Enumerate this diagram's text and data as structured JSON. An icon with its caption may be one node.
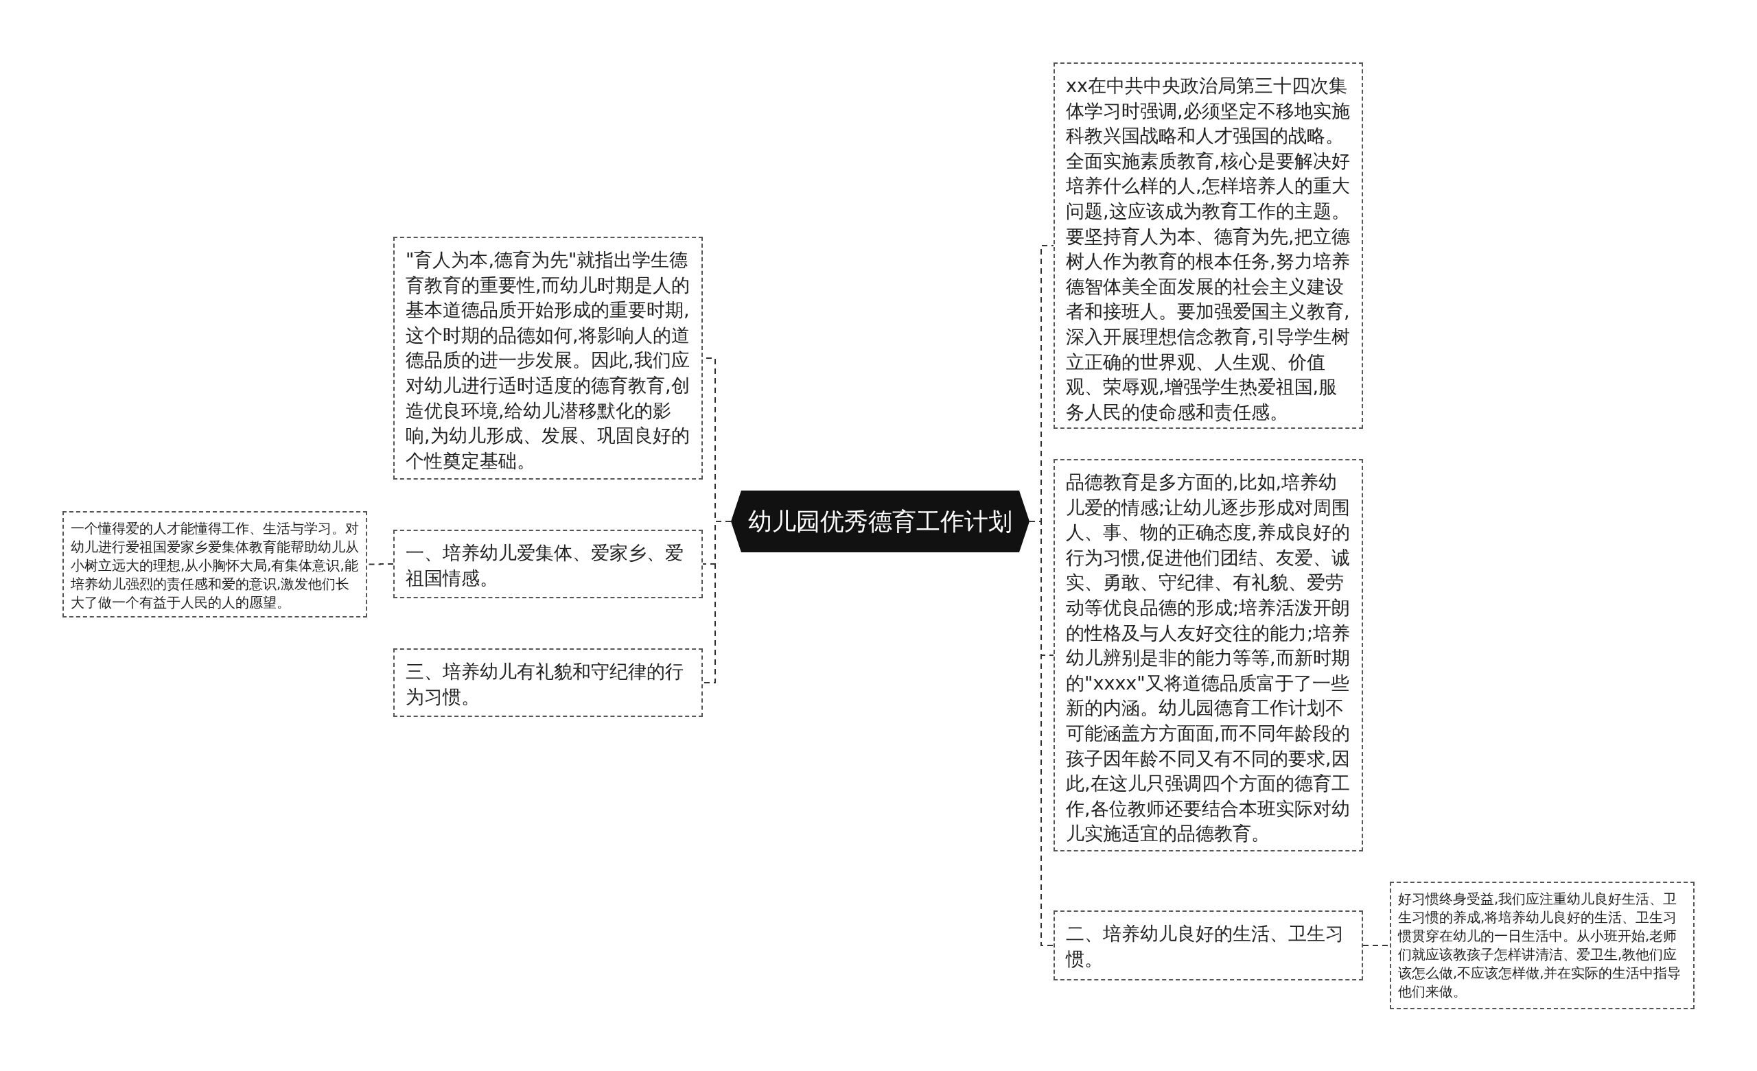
{
  "diagram": {
    "nodes": [
      {
        "text": [
          "幼儿园优秀德育工作计划"
        ]
      },
      {
        "text": [
          "\"育人为本,德育为先\"就指出学生德育教育的重要性,而幼儿时期是人的基本道德品质开始形成的重要时期,这个时期的品德如何,将影响人的道德品质的进一步发展。因此,我们应对幼儿进行适时适度的德育教育,创造优良环境,给幼儿潜移默化的影响,为幼儿形成、发展、巩固良好的个性奠定基础。"
        ]
      },
      {
        "text": [
          "一、培养幼儿爱集体、爱家乡、爱祖国情感。"
        ]
      },
      {
        "text": [
          "一个懂得爱的人才能懂得工作、生活与学习。对幼儿进行爱祖国爱家乡爱集体教育能帮助幼儿从小树立远大的理想,从小胸怀大局,有集体意识,能培养幼儿强烈的责任感和爱的意识,激发他们长大了做一个有益于人民的人的愿望。"
        ]
      },
      {
        "text": [
          "三、培养幼儿有礼貌和守纪律的行为习惯。"
        ]
      },
      {
        "text": [
          "xx在中共中央政治局第三十四次集体学习时强调,必须坚定不移地实施科教兴国战略和人才强国的战略。全面实施素质教育,核心是要解决好培养什么样的人,怎样培养人的重大问题,这应该成为教育工作的主题。要坚持育人为本、德育为先,把立德树人作为教育的根本任务,努力培养德智体美全面发展的社会主义建设者和接班人。要加强爱国主义教育,深入开展理想信念教育,引导学生树立正确的世界观、人生观、价值观、荣辱观,增强学生热爱祖国,服务人民的使命感和责任感。"
        ]
      },
      {
        "text": [
          "品德教育是多方面的,比如,培养幼儿爱的情感;让幼儿逐步形成对周围人、事、物的正确态度,养成良好的行为习惯,促进他们团结、友爱、诚实、勇敢、守纪律、有礼貌、爱劳动等优良品德的形成;培养活泼开朗的性格及与人友好交往的能力;培养幼儿辨别是非的能力等等,而新时期的\"xxxx\"又将道德品质富于了一些新的内涵。幼儿园德育工作计划不可能涵盖方方面面,而不同年龄段的孩子因年龄不同又有不同的要求,因此,在这儿只强调四个方面的德育工作,各位教师还要结合本班实际对幼儿实施适宜的品德教育。"
        ]
      },
      {
        "text": [
          "二、培养幼儿良好的生活、卫生习惯。"
        ]
      },
      {
        "text": [
          "好习惯终身受益,我们应注重幼儿良好生活、卫生习惯的养成,将培养幼儿良好的生活、卫生习惯贯穿在幼儿的一日生活中。从小班开始,老师们就应该教孩子怎样讲清洁、爱卫生,教他们应该怎么做,不应该怎样做,并在实际的生活中指导他们来做。"
        ]
      }
    ],
    "edges": [
      {
        "from": 0,
        "to": 1,
        "arrow": "none",
        "style": "dashed"
      },
      {
        "from": 0,
        "to": 2,
        "arrow": "none",
        "style": "dashed"
      },
      {
        "from": 0,
        "to": 4,
        "arrow": "none",
        "style": "dashed"
      },
      {
        "from": 2,
        "to": 3,
        "arrow": "none",
        "style": "dashed"
      },
      {
        "from": 0,
        "to": 5,
        "arrow": "none",
        "style": "dashed"
      },
      {
        "from": 0,
        "to": 6,
        "arrow": "none",
        "style": "dashed"
      },
      {
        "from": 0,
        "to": 7,
        "arrow": "none",
        "style": "dashed"
      },
      {
        "from": 7,
        "to": 8,
        "arrow": "none",
        "style": "dashed"
      }
    ]
  }
}
